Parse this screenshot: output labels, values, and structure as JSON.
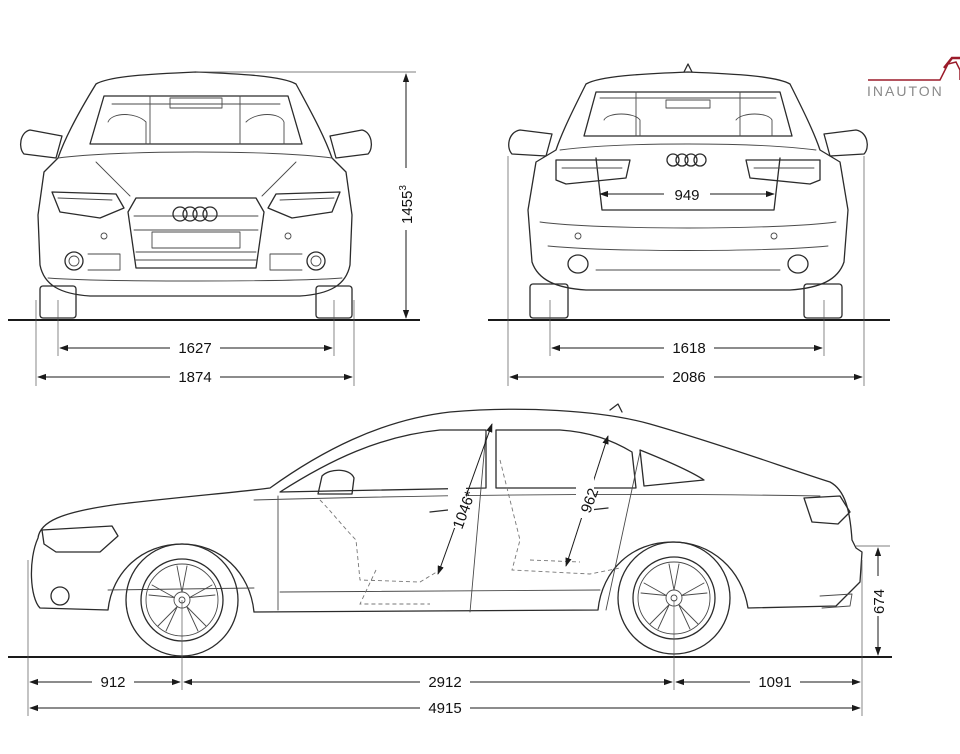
{
  "brand": {
    "watermark": "INAUTON",
    "accent_color": "#9b1b2a"
  },
  "front_view": {
    "track_width": "1627",
    "overall_width": "1874",
    "height": "1455",
    "height_note": "3"
  },
  "rear_view": {
    "trunk_opening": "949",
    "track_width": "1618",
    "width_with_mirrors": "2086"
  },
  "side_view": {
    "front_headroom": "1046*",
    "rear_headroom": "962",
    "rear_overhang_height": "674",
    "front_overhang": "912",
    "wheelbase": "2912",
    "rear_overhang": "1091",
    "overall_length": "4915"
  }
}
